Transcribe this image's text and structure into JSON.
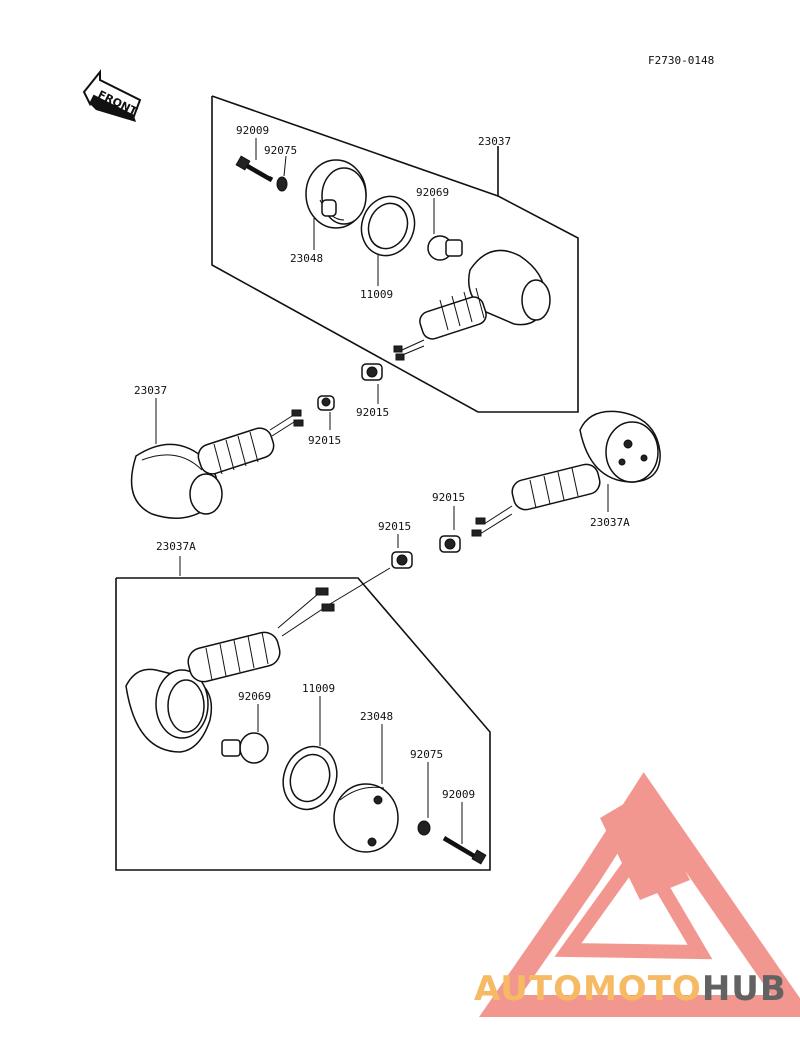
{
  "diagram": {
    "ref_code": "F2730-0148",
    "front_label": "FRONT",
    "part_labels": {
      "p92009_a": "92009",
      "p92075_a": "92075",
      "p23037_a": "23037",
      "p92069_a": "92069",
      "p23048_a": "23048",
      "p11009_a": "11009",
      "p92015_a": "92015",
      "p23037_b": "23037",
      "p92015_b": "92015",
      "p92015_c": "92015",
      "p23037A_a": "23037A",
      "p92015_d": "92015",
      "p23037A_b": "23037A",
      "p92069_b": "92069",
      "p11009_b": "11009",
      "p23048_b": "23048",
      "p92075_b": "92075",
      "p92009_b": "92009"
    }
  },
  "watermark": {
    "brand_part1": "AUTOMOTO",
    "brand_part2": "HUB",
    "colors": {
      "accent": "#f08f86",
      "orange": "#f6b557",
      "gray": "#555555"
    }
  }
}
